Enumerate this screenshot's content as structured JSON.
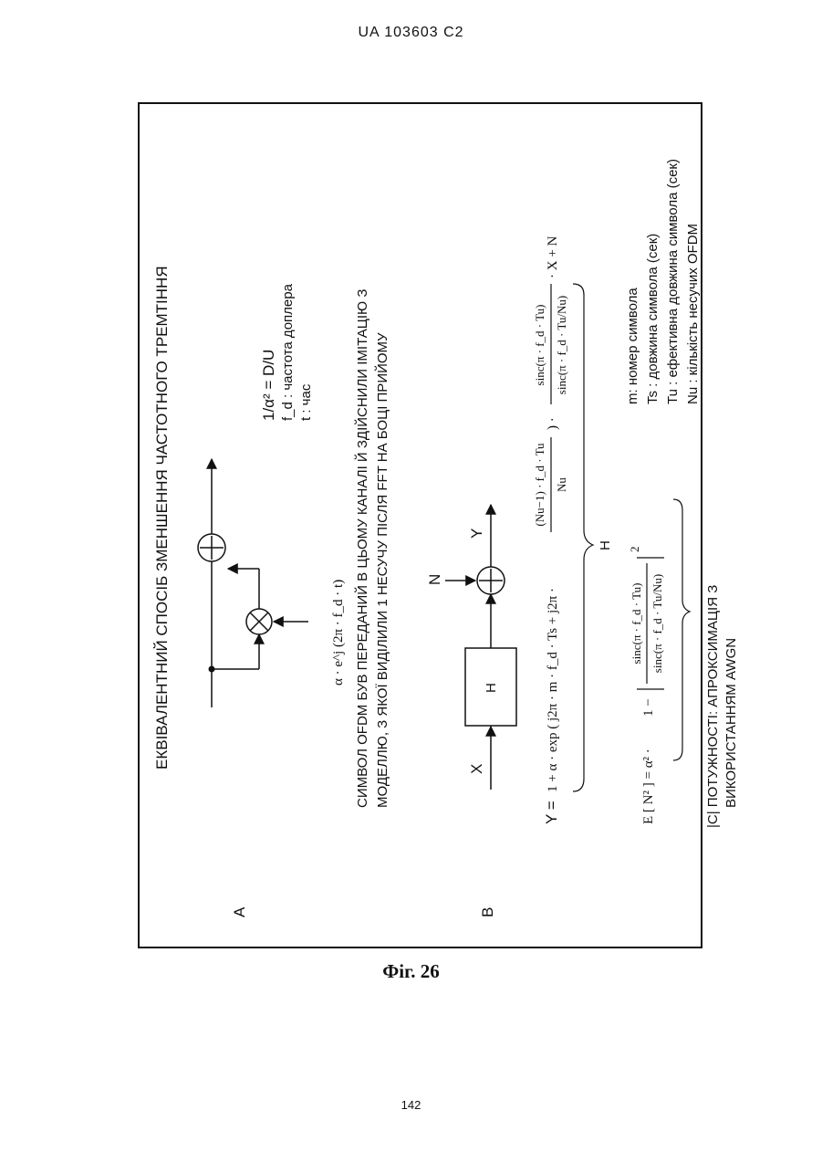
{
  "header": "UA   103603   C2",
  "figure_caption": "Фіг. 26",
  "page_number": "142",
  "diagram": {
    "title": "ЕКВІВАЛЕНТНИЙ СПОСІБ ЗМЕНШЕННЯ ЧАСТОТНОГО ТРЕМТІННЯ",
    "section_a": {
      "label": "A",
      "multiplier_input": "α · e^j (2π · f_d · t)",
      "legend": [
        "1/α² = D/U",
        "f_d : частота доплера",
        "t : час"
      ]
    },
    "description": [
      "СИМВОЛ OFDM БУВ ПЕРЕДАНИЙ В ЦЬОМУ КАНАЛІ Й ЗДІЙСНИЛИ ІМІТАЦІЮ З",
      "МОДЕЛЛЮ, З ЯКОЇ ВИДІЛИЛИ 1 НЕСУЧУ ПІСЛЯ FFT НА БОЦІ ПРИЙОМУ"
    ],
    "section_b": {
      "label": "B",
      "input": "X",
      "block": "H",
      "noise": "N",
      "output": "Y",
      "equation_y": {
        "lhs": "Y =",
        "factor1": "1 + α · exp ( j2π · m · f_d · Ts + j2π ·",
        "frac1_num": "(Nu−1) · f_d · Tu",
        "frac1_den": "Nu",
        "frac2_num": "sinc(π · f_d · Tu)",
        "frac2_den": "sinc(π · f_d · Tu/Nu)",
        "tail": "· X + N",
        "brace_label": "H"
      },
      "equation_n": {
        "lhs": "E [ N² ] = α² ·",
        "one_minus": "1 −",
        "frac_num": "sinc(π · f_d · Tu)",
        "frac_den": "sinc(π · f_d · Tu/Nu)",
        "power": "2"
      },
      "power_note": [
        "|C| ПОТУЖНОСТІ: АПРОКСИМАЦІЯ З",
        "ВИКОРИСТАННЯМ AWGN"
      ],
      "legend": [
        "m: номер символа",
        "Ts : довжина символа (сек)",
        "Tu : ефективна довжина символа (сек)",
        "Nu : кількість несучих OFDM"
      ]
    }
  }
}
